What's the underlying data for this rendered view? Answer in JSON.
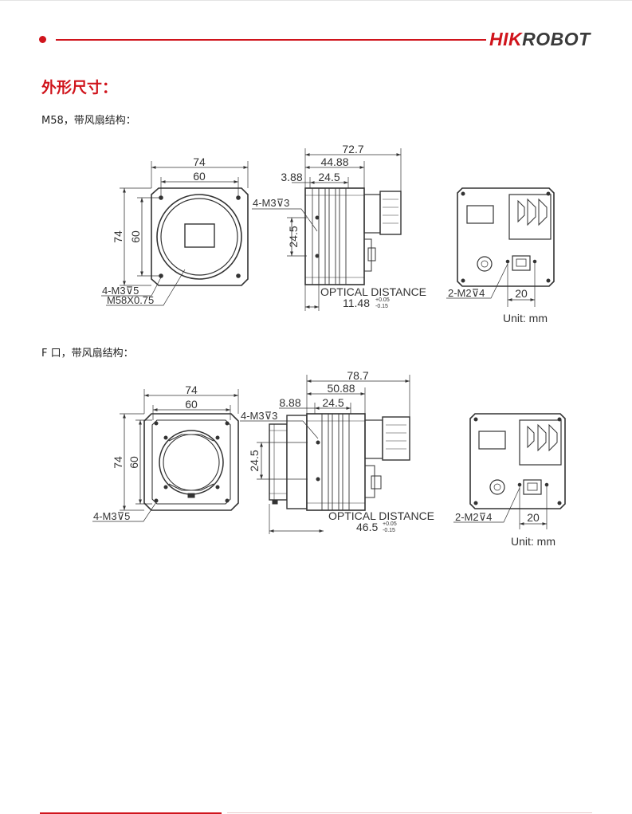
{
  "header": {
    "brand_hik": "HIK",
    "brand_robot": "ROBOT"
  },
  "section": {
    "title": "外形尺寸："
  },
  "m58": {
    "subtitle": "M58，带风扇结构：",
    "front": {
      "w_outer": "74",
      "w_inner": "60",
      "h_outer": "74",
      "h_inner": "60",
      "thread": "4-M3⊽5",
      "mount": "M58X0.75"
    },
    "side": {
      "len_total": "72.7",
      "len_mid": "44.88",
      "len_front": "3.88",
      "len_hole": "24.5",
      "hole_v": "24.5",
      "thread": "4-M3⊽3",
      "optical": "OPTICAL DISTANCE",
      "optical_val": "11.48",
      "tol_plus": "+0.05",
      "tol_minus": "-0.15"
    },
    "back": {
      "thread": "2-M2⊽4",
      "width": "20",
      "unit": "Unit: mm"
    }
  },
  "fmount": {
    "subtitle": "F 口，带风扇结构：",
    "front": {
      "w_outer": "74",
      "w_inner": "60",
      "h_outer": "74",
      "h_inner": "60",
      "thread": "4-M3⊽5"
    },
    "side": {
      "len_total": "78.7",
      "len_mid": "50.88",
      "len_front": "8.88",
      "len_hole": "24.5",
      "hole_v": "24.5",
      "thread": "4-M3⊽3",
      "optical": "OPTICAL DISTANCE",
      "optical_val": "46.5",
      "tol_plus": "+0.05",
      "tol_minus": "-0.15"
    },
    "back": {
      "thread": "2-M2⊽4",
      "width": "20",
      "unit": "Unit: mm"
    }
  }
}
